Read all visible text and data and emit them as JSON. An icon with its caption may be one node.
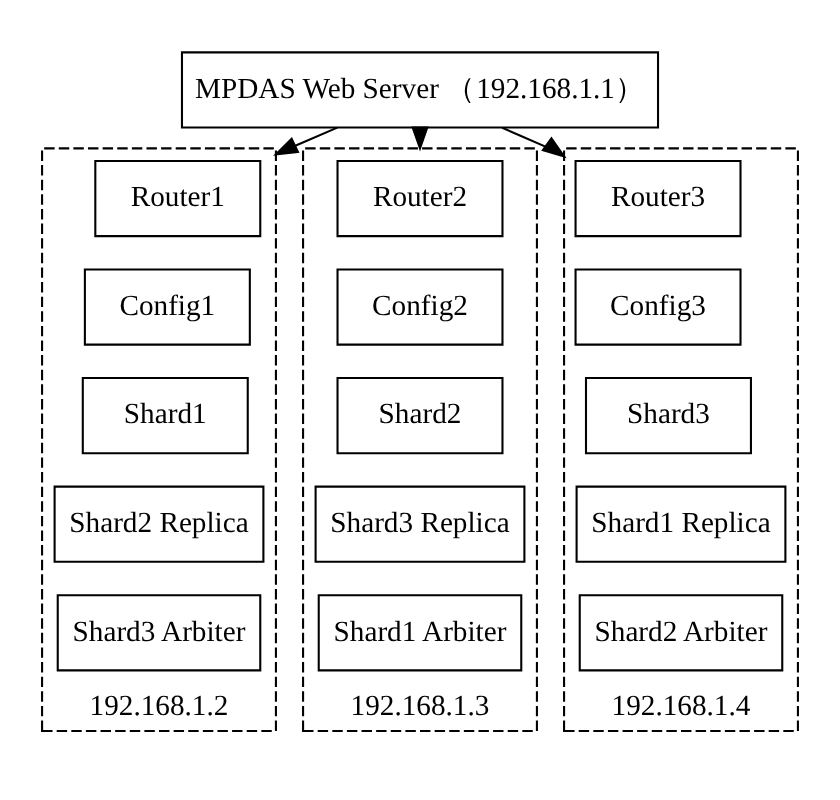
{
  "diagram": {
    "nodes": [
      {
        "text": [
          "MPDAS Web Server （192.168.1.1）"
        ]
      },
      {
        "text": [
          "192.168.1.2"
        ]
      },
      {
        "text": [
          "Router1"
        ],
        "in": 1
      },
      {
        "text": [
          "Config1"
        ],
        "in": 1
      },
      {
        "text": [
          "Shard1"
        ],
        "in": 1
      },
      {
        "text": [
          "Shard2 Replica"
        ],
        "in": 1
      },
      {
        "text": [
          "Shard3 Arbiter"
        ],
        "in": 1
      },
      {
        "text": [
          "192.168.1.3"
        ]
      },
      {
        "text": [
          "Router2"
        ],
        "in": 7
      },
      {
        "text": [
          "Config2"
        ],
        "in": 7
      },
      {
        "text": [
          "Shard2"
        ],
        "in": 7
      },
      {
        "text": [
          "Shard3 Replica"
        ],
        "in": 7
      },
      {
        "text": [
          "Shard1 Arbiter"
        ],
        "in": 7
      },
      {
        "text": [
          "192.168.1.4"
        ]
      },
      {
        "text": [
          "Router3"
        ],
        "in": 13
      },
      {
        "text": [
          "Config3"
        ],
        "in": 13
      },
      {
        "text": [
          "Shard3"
        ],
        "in": 13
      },
      {
        "text": [
          "Shard1 Replica"
        ],
        "in": 13
      },
      {
        "text": [
          "Shard2 Arbiter"
        ],
        "in": 13
      }
    ],
    "edges": [
      {
        "from": 0,
        "to": 1,
        "arrow": "to"
      },
      {
        "from": 0,
        "to": 7,
        "arrow": "to"
      },
      {
        "from": 0,
        "to": 13,
        "arrow": "to"
      }
    ]
  }
}
